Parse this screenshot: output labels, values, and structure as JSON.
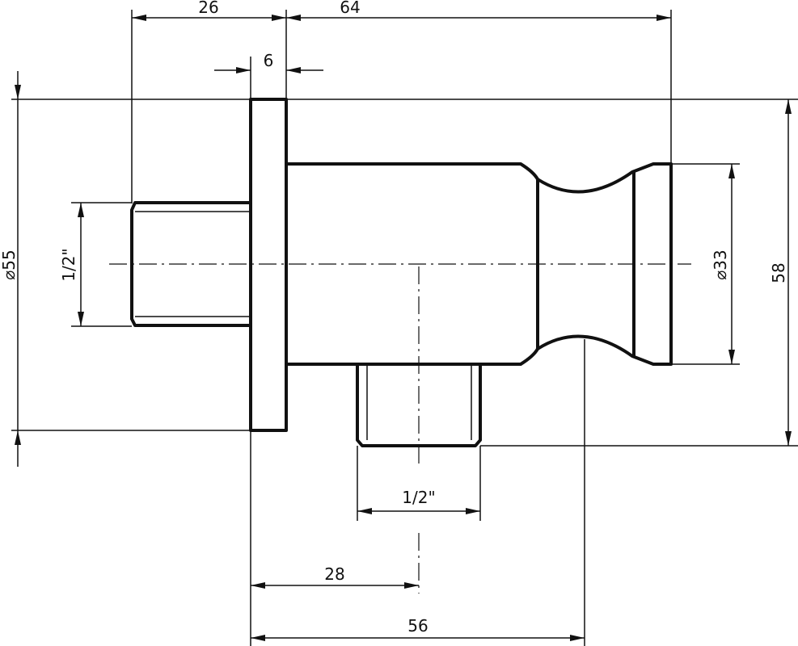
{
  "dimensions": {
    "flange_offset": "26",
    "body_length": "64",
    "flange_thickness": "6",
    "flange_diameter": "⌀55",
    "inlet_thread": "1/2\"",
    "holder_diameter": "⌀33",
    "overall_height": "58",
    "outlet_thread": "1/2\"",
    "outlet_position": "28",
    "cradle_position": "56"
  }
}
